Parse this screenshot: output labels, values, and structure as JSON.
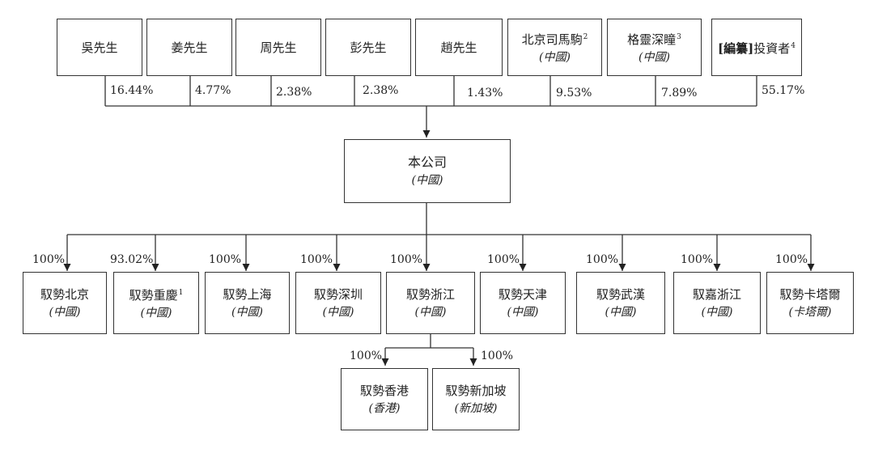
{
  "shareholders": [
    {
      "name": "吳先生",
      "pct": "16.44%"
    },
    {
      "name": "姜先生",
      "pct": "4.77%"
    },
    {
      "name": "周先生",
      "pct": "2.38%"
    },
    {
      "name": "彭先生",
      "pct": "2.38%"
    },
    {
      "name": "趙先生",
      "pct": "1.43%"
    },
    {
      "name": "北京司馬駒",
      "note": "2",
      "sub": "(中國)",
      "pct": "9.53%"
    },
    {
      "name": "格靈深瞳",
      "note": "3",
      "sub": "(中國)",
      "pct": "7.89%"
    },
    {
      "tag": "[編纂]",
      "name": "投資者",
      "note": "4",
      "pct": "55.17%"
    }
  ],
  "company": {
    "name": "本公司",
    "sub": "(中國)"
  },
  "subsidiaries": [
    {
      "name": "馭勢北京",
      "sub": "(中國)",
      "pct": "100%"
    },
    {
      "name": "馭勢重慶",
      "note": "1",
      "sub": "(中國)",
      "pct": "93.02%"
    },
    {
      "name": "馭勢上海",
      "sub": "(中國)",
      "pct": "100%"
    },
    {
      "name": "馭勢深圳",
      "sub": "(中國)",
      "pct": "100%"
    },
    {
      "name": "馭勢浙江",
      "sub": "(中國)",
      "pct": "100%"
    },
    {
      "name": "馭勢天津",
      "sub": "(中國)",
      "pct": "100%"
    },
    {
      "name": "馭勢武漢",
      "sub": "(中國)",
      "pct": "100%"
    },
    {
      "name": "馭嘉浙江",
      "sub": "(中國)",
      "pct": "100%"
    },
    {
      "name": "馭勢卡塔爾",
      "sub": "(卡塔爾)",
      "pct": "100%"
    }
  ],
  "sub_subsidiaries": [
    {
      "name": "馭勢香港",
      "sub": "(香港)",
      "pct": "100%"
    },
    {
      "name": "馭勢新加坡",
      "sub": "(新加坡)",
      "pct": "100%"
    }
  ]
}
